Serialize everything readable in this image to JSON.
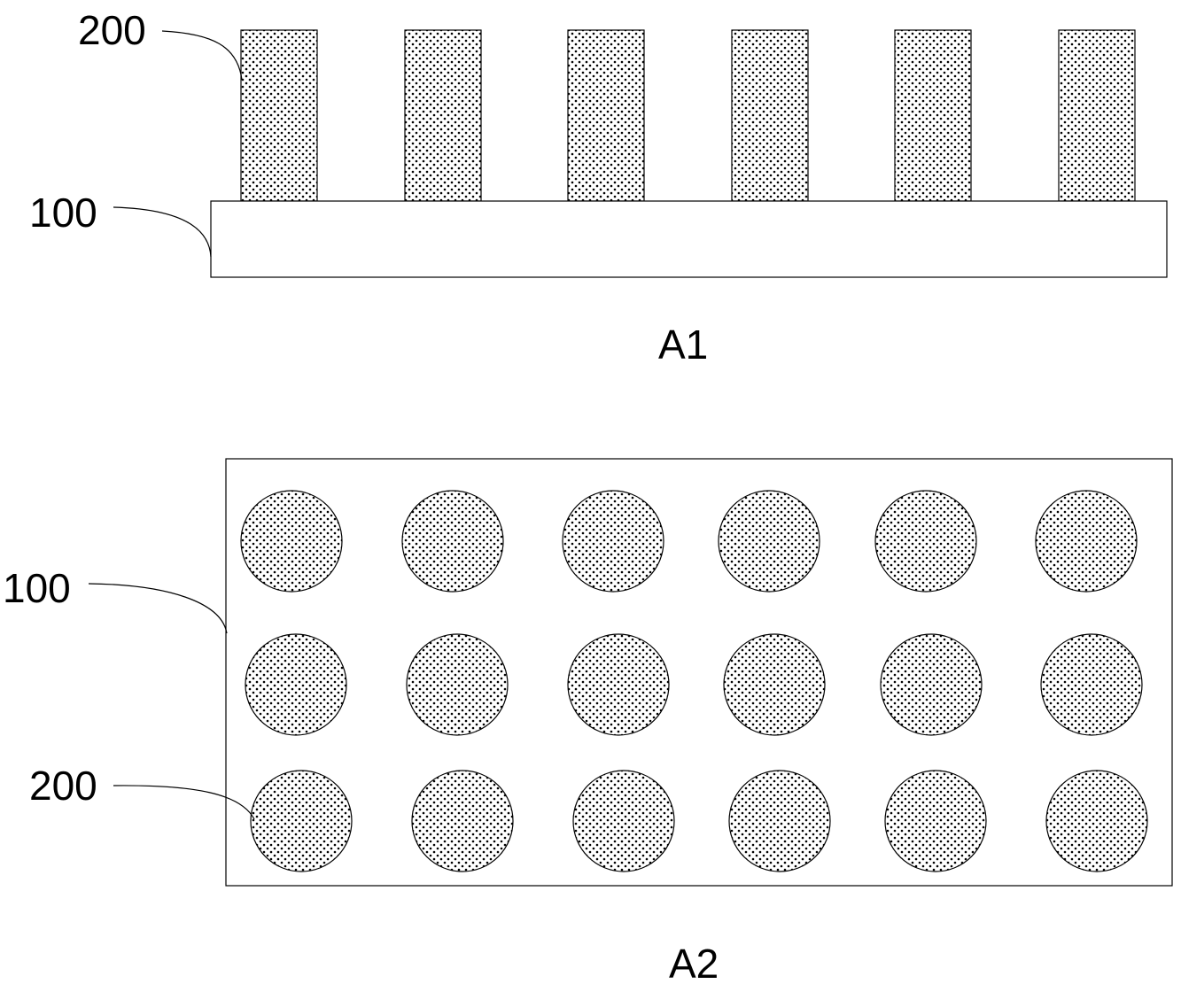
{
  "figure_a1": {
    "caption": "A1",
    "substrate_ref": "100",
    "pillar_ref": "200",
    "pillar_count": 6
  },
  "figure_a2": {
    "caption": "A2",
    "substrate_ref": "100",
    "pillar_ref": "200",
    "rows": 3,
    "columns": 6
  },
  "colors": {
    "stroke": "#000000",
    "fill_dot": "#000000",
    "background": "#ffffff"
  }
}
